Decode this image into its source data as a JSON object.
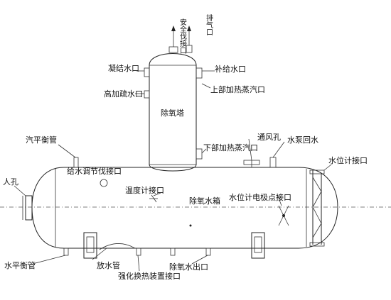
{
  "labels": {
    "safety_valve": "安全伐接口",
    "vent": "排气口",
    "condensate": "凝结水口",
    "makeup_water": "补给水口",
    "hp_drain": "高加疏水口",
    "upper_steam": "上部加热蒸汽口",
    "deaerator_tower": "除氧塔",
    "lower_steam": "下部加热蒸汽口",
    "vent_hole": "通风孔",
    "pump_return": "水泵回水",
    "steam_balance": "汽平衡管",
    "level_gauge": "水位计接口",
    "feed_regulating_valve": "给水调节伐接口",
    "manhole": "人孔",
    "temp_gauge": "温度计接口",
    "deaerator_tank": "除氧水箱",
    "level_electrode": "水位计电极点接口",
    "water_balance": "水平衡管",
    "drain_pipe": "放水管",
    "deaerated_outlet": "除氧水出口",
    "enhanced_heating": "强化换热装置接口"
  }
}
